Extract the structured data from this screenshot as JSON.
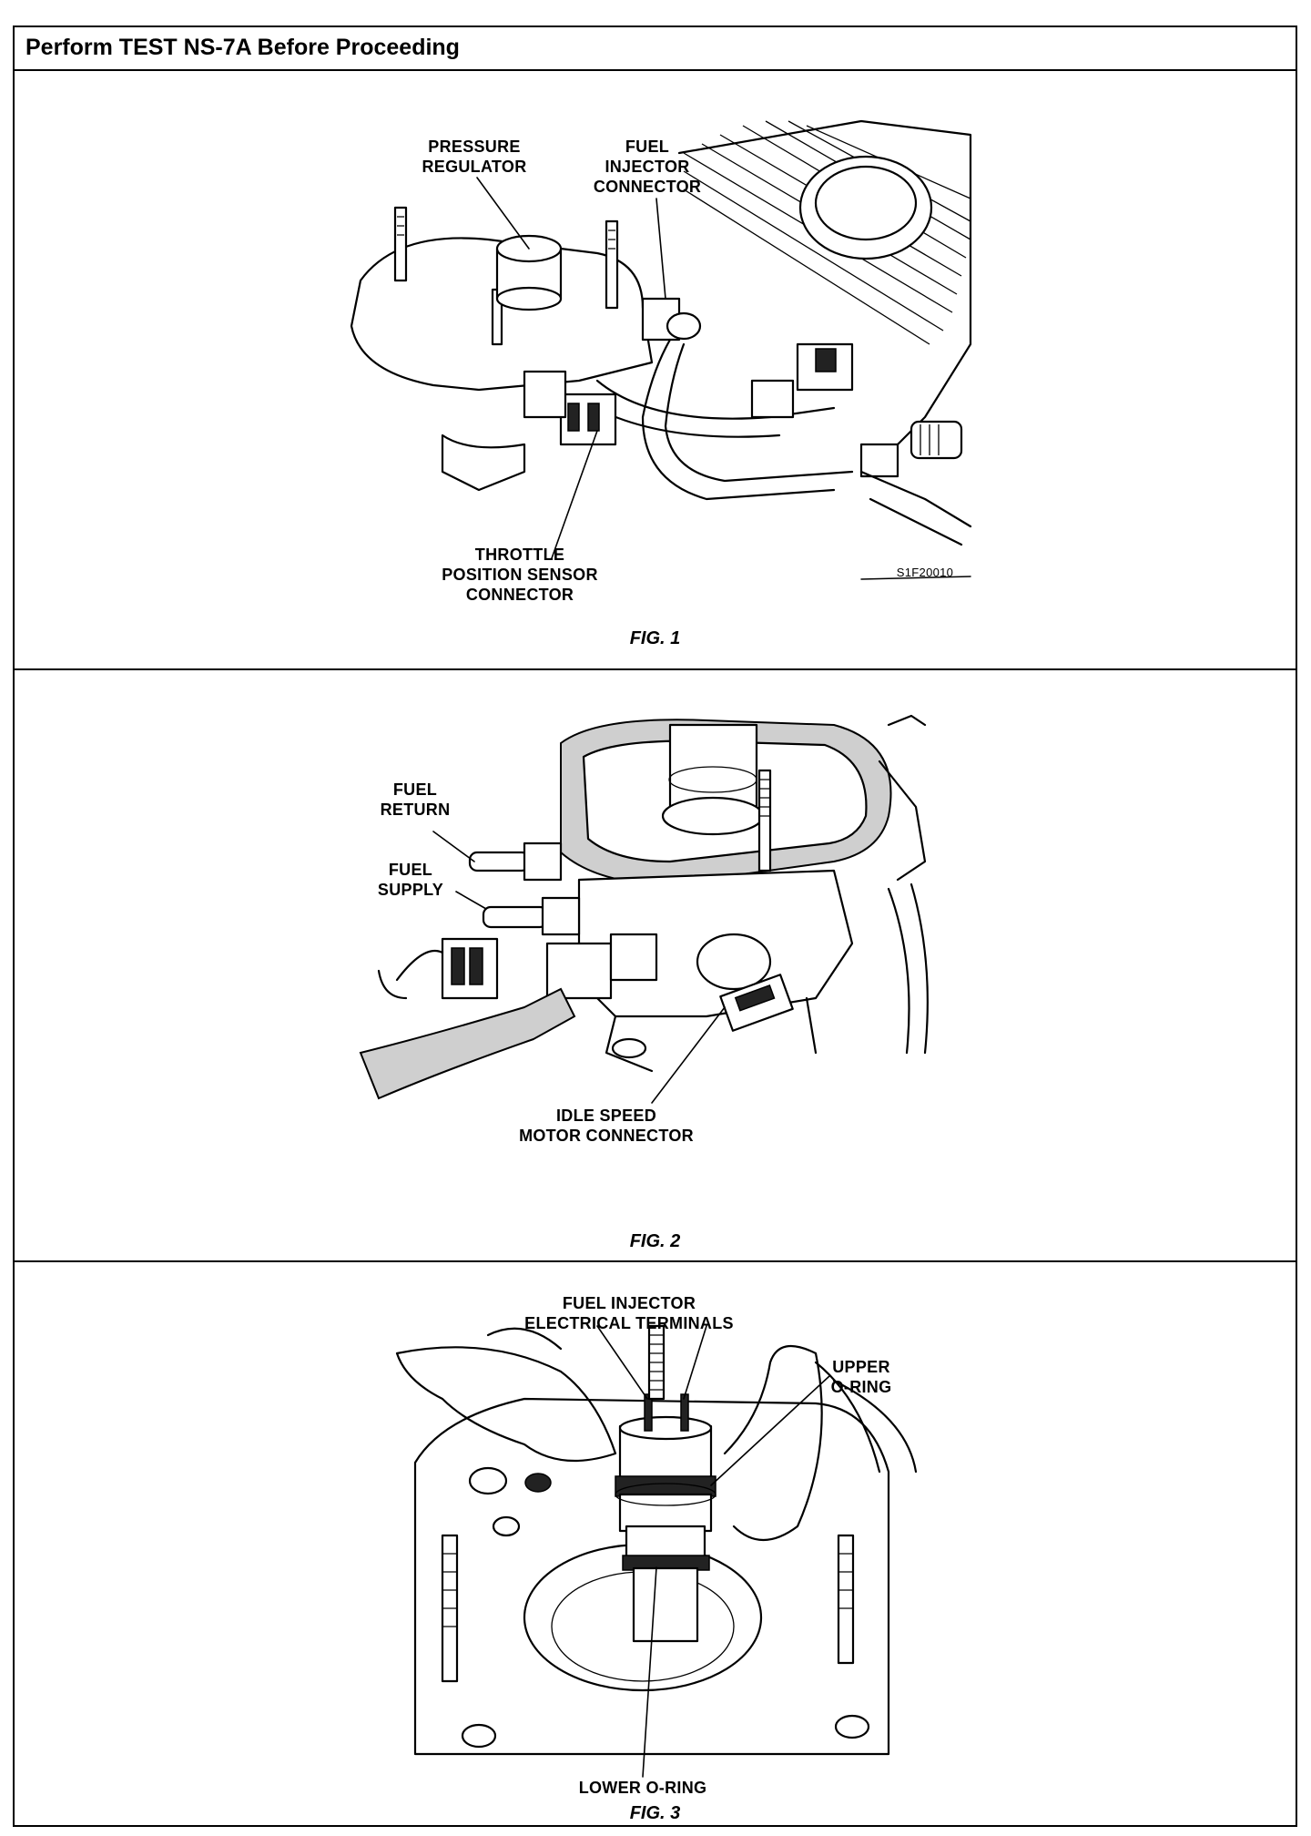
{
  "header": {
    "title": "Perform TEST NS-7A Before Proceeding"
  },
  "figures": [
    {
      "caption": "FIG. 1",
      "callouts": {
        "pressure_regulator": "PRESSURE\nREGULATOR",
        "fuel_injector_connector": "FUEL\nINJECTOR\nCONNECTOR",
        "throttle_position_sensor_connector": "THROTTLE\nPOSITION SENSOR\nCONNECTOR",
        "art_id": "S1F20010"
      }
    },
    {
      "caption": "FIG. 2",
      "callouts": {
        "fuel_return": "FUEL\nRETURN",
        "fuel_supply": "FUEL\nSUPPLY",
        "idle_speed_motor_connector": "IDLE SPEED\nMOTOR CONNECTOR"
      }
    },
    {
      "caption": "FIG. 3",
      "callouts": {
        "fuel_injector_electrical_terminals": "FUEL INJECTOR\nELECTRICAL TERMINALS",
        "upper_o_ring": "UPPER\nO-RING",
        "lower_o_ring": "LOWER O-RING"
      }
    }
  ]
}
